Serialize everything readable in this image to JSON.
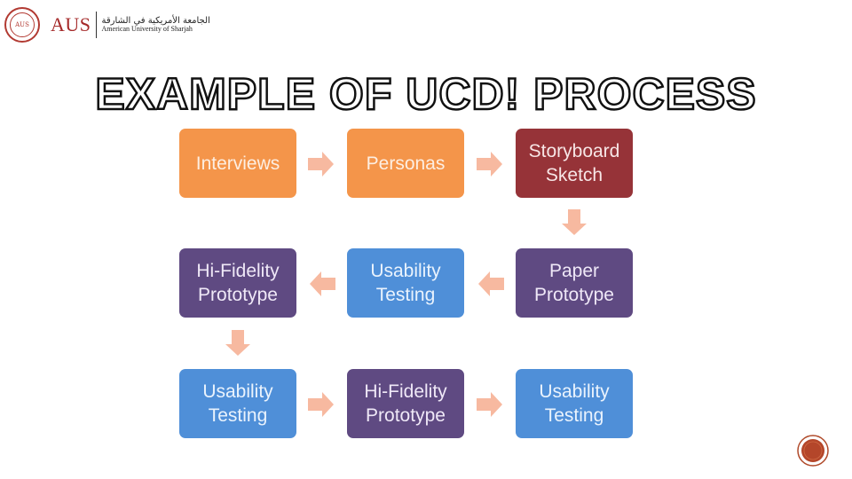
{
  "logo": {
    "seal_text": "AUS",
    "abbr": "AUS",
    "arabic_name": "الجامعة الأمريكية في الشارقة",
    "english_name": "American University of Sharjah"
  },
  "slide": {
    "title": "EXAMPLE OF UCD! PROCESS"
  },
  "process": {
    "steps": [
      {
        "label": "Interviews",
        "color": "#f4954a"
      },
      {
        "label": "Personas",
        "color": "#f4954a"
      },
      {
        "label": "Storyboard\nSketch",
        "color": "#963338"
      },
      {
        "label": "Paper\nPrototype",
        "color": "#5f4a82"
      },
      {
        "label": "Usability\nTesting",
        "color": "#4f8fd8"
      },
      {
        "label": "Hi-Fidelity\nPrototype",
        "color": "#5f4a82"
      },
      {
        "label": "Usability\nTesting",
        "color": "#4f8fd8"
      },
      {
        "label": "Hi-Fidelity\nPrototype",
        "color": "#5f4a82"
      },
      {
        "label": "Usability\nTesting",
        "color": "#4f8fd8"
      }
    ],
    "arrow_color": "#f7b9a0"
  }
}
